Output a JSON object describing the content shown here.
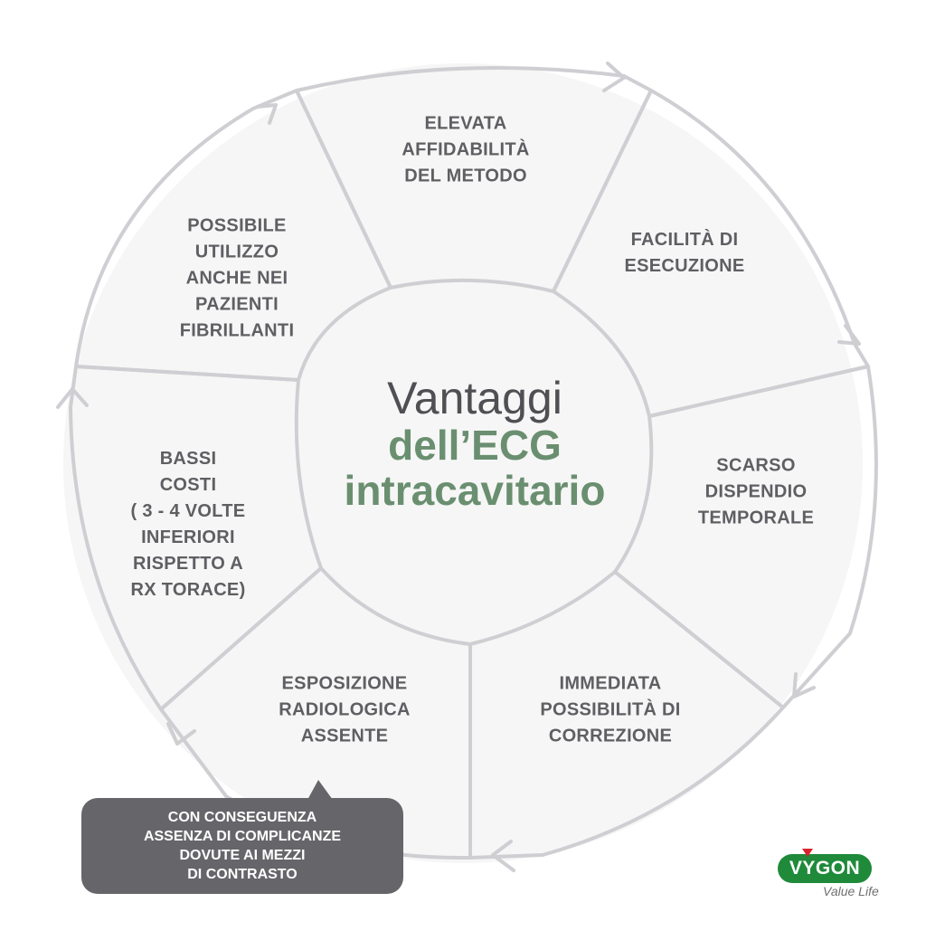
{
  "center": {
    "line1": "Vantaggi",
    "line2": "dell’ECG",
    "line3": "intracavitario"
  },
  "segments": [
    {
      "id": "affidabilita",
      "text": "ELEVATA\nAFFIDABILITÀ\nDEL METODO"
    },
    {
      "id": "facilita",
      "text": "FACILITÀ DI\nESECUZIONE"
    },
    {
      "id": "dispendio",
      "text": "SCARSO\nDISPENDIO\nTEMPORALE"
    },
    {
      "id": "correzione",
      "text": "IMMEDIATA\nPOSSIBILITÀ DI\nCORREZIONE"
    },
    {
      "id": "esposizione",
      "text": "ESPOSIZIONE\nRADIOLOGICA\nASSENTE"
    },
    {
      "id": "costi",
      "text": "BASSI\nCOSTI\n( 3 - 4 VOLTE\nINFERIORI\nRISPETTO A\nRX TORACE)"
    },
    {
      "id": "fibrillanti",
      "text": "POSSIBILE\nUTILIZZO\nANCHE NEI\nPAZIENTI\nFIBRILLANTI"
    }
  ],
  "callout": {
    "text": "CON CONSEGUENZA\nASSENZA DI COMPLICANZE\nDOVUTE AI MEZZI\nDI CONTRASTO"
  },
  "logo": {
    "brand": "VYGON",
    "tagline": "Value Life"
  },
  "colors": {
    "circle_fill": "#f6f6f6",
    "stroke": "#cfcfd3",
    "text_gray": "#5f5f63",
    "accent_green": "#6a8f70",
    "callout_bg": "#66666a",
    "logo_green": "#1f8a3a",
    "logo_red": "#d8232a"
  }
}
